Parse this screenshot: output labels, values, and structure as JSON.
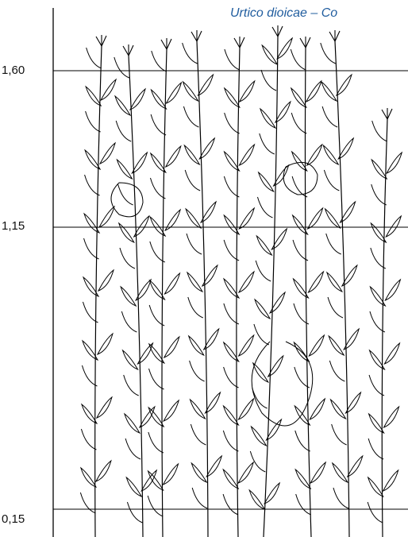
{
  "figure": {
    "caption": "Urtico dioicae – Co",
    "axis_labels": [
      "1,60",
      "1,15",
      "0,15"
    ],
    "heights_m": [
      1.6,
      1.15,
      0.15
    ],
    "line_color": "#000000",
    "caption_color": "#1f5c9e",
    "subject": "vegetation-profile-drawing"
  }
}
